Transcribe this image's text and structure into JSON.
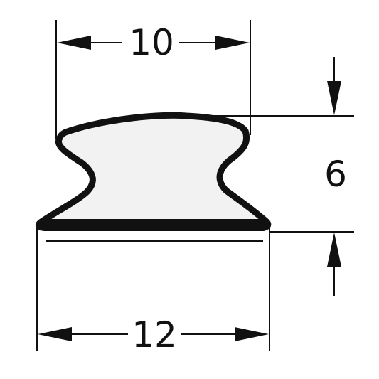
{
  "drawing": {
    "dimensions": {
      "top_width": "10",
      "bottom_width": "12",
      "height": "6"
    },
    "colors": {
      "line": "#111111",
      "profile_fill": "#f2f2f2",
      "background": "#ffffff"
    }
  }
}
